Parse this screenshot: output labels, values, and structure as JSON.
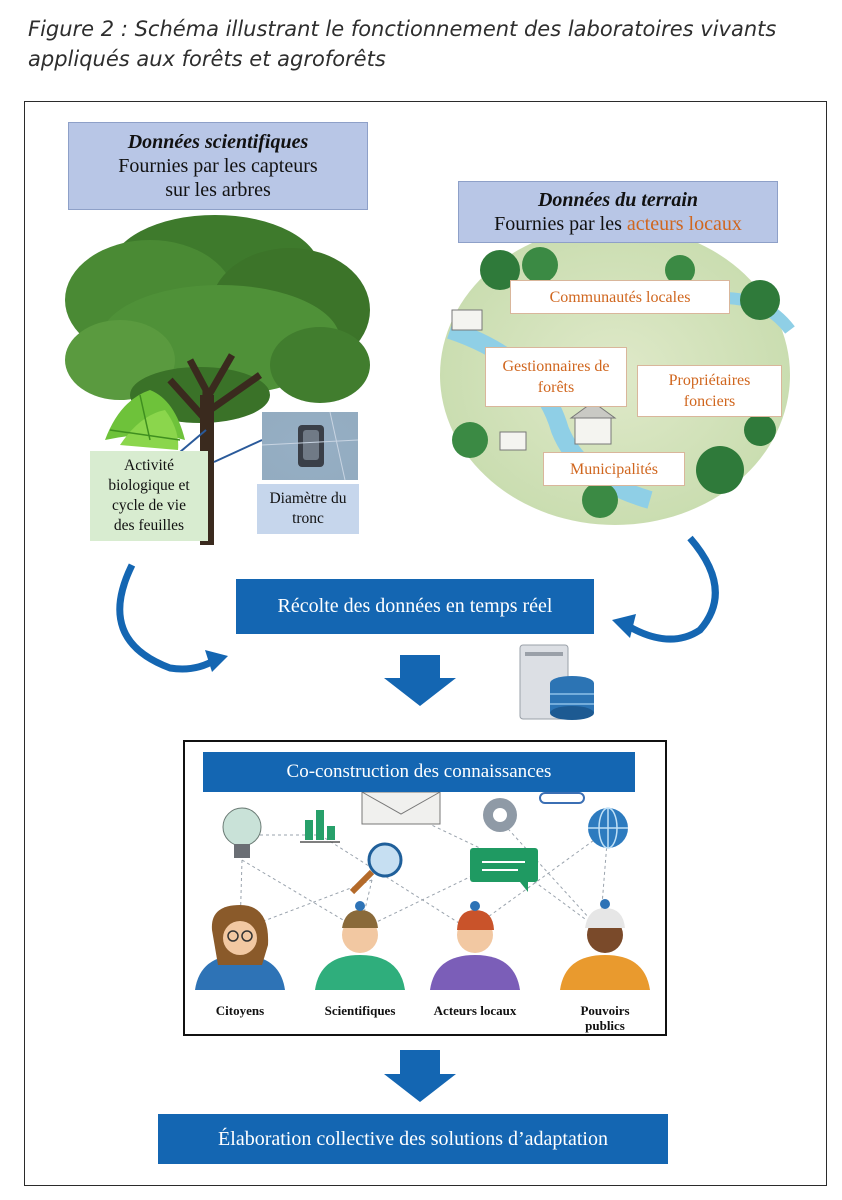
{
  "caption": {
    "line1": "Figure 2 : Schéma illustrant le fonctionnement des laboratoires vivants",
    "line2": "appliqués aux forêts et agroforêts"
  },
  "scientific": {
    "title": "Données scientifiques",
    "line1": "Fournies par les capteurs",
    "line2": "sur les arbres",
    "leaves_label": [
      "Activité",
      "biologique et",
      "cycle de vie",
      "des feuilles"
    ],
    "trunk_label": [
      "Diamètre du",
      "tronc"
    ]
  },
  "terrain": {
    "title": "Données du terrain",
    "line_prefix": "Fournies par les ",
    "line_highlight": "acteurs locaux",
    "actors": {
      "communities": "Communautés locales",
      "managers": [
        "Gestionnaires de",
        "forêts"
      ],
      "owners": [
        "Propriétaires",
        "fonciers"
      ],
      "municipalities": "Municipalités"
    }
  },
  "collect_label": "Récolte des données en temps réel",
  "coconstruction_label": "Co-construction des connaissances",
  "people": {
    "citizens": "Citoyens",
    "scientists": "Scientifiques",
    "local_actors": "Acteurs locaux",
    "public_powers": [
      "Pouvoirs",
      "publics"
    ]
  },
  "solutions_label": "Élaboration collective des solutions d’adaptation",
  "colors": {
    "blue_box": "#1466b2",
    "light_blue_box": "#b8c6e6",
    "orange_text": "#d0661e",
    "leaf_box": "#d8ecd0"
  }
}
